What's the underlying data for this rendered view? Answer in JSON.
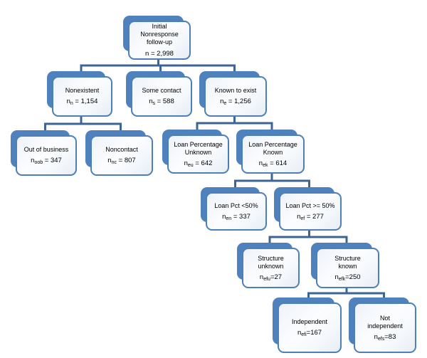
{
  "diagram": {
    "description": "Initial Nonresponse follow-up disposition tree",
    "colors": {
      "box_shadow_fill": "#4f81bd",
      "box_border": "#4d7fba",
      "box_face_tint": "#eef2f8",
      "connector": "#3c6494",
      "text": "#000000",
      "background": "#ffffff"
    },
    "nodes": [
      {
        "id": "root",
        "lines": [
          "Initial",
          "Nonresponse",
          "follow-up"
        ],
        "value": {
          "base": "n",
          "sub": "",
          "rest": " = 2,998"
        }
      },
      {
        "id": "nonexistent",
        "lines": [
          "Nonexistent"
        ],
        "value": {
          "base": "n",
          "sub": "n",
          "rest": " = 1,154"
        }
      },
      {
        "id": "some_contact",
        "lines": [
          "Some contact"
        ],
        "value": {
          "base": "n",
          "sub": "s",
          "rest": " = 588"
        }
      },
      {
        "id": "known_to_exist",
        "lines": [
          "Known to exist"
        ],
        "value": {
          "base": "n",
          "sub": "e",
          "rest": " = 1,256"
        }
      },
      {
        "id": "out_of_business",
        "lines": [
          "Out of business"
        ],
        "value": {
          "base": "n",
          "sub": "oob",
          "rest": " = 347"
        }
      },
      {
        "id": "noncontact",
        "lines": [
          "Noncontact"
        ],
        "value": {
          "base": "n",
          "sub": "nc",
          "rest": " = 807"
        }
      },
      {
        "id": "loan_pct_unknown",
        "lines": [
          "Loan Percentage",
          "Unknown"
        ],
        "value": {
          "base": "n",
          "sub": "eu",
          "rest": " = 642"
        }
      },
      {
        "id": "loan_pct_known",
        "lines": [
          "Loan Percentage",
          "Known"
        ],
        "value": {
          "base": "n",
          "sub": "ek",
          "rest": " = 614"
        }
      },
      {
        "id": "loan_lt50",
        "lines": [
          "Loan Pct <50%"
        ],
        "value": {
          "base": "n",
          "sub": "en",
          "rest": " = 337"
        }
      },
      {
        "id": "loan_ge50",
        "lines": [
          "Loan Pct >= 50%"
        ],
        "value": {
          "base": "n",
          "sub": "ef",
          "rest": " = 277"
        }
      },
      {
        "id": "structure_unknown",
        "lines": [
          "Structure",
          "unknown"
        ],
        "value": {
          "base": "n",
          "sub": "efu",
          "rest": "=27"
        }
      },
      {
        "id": "structure_known",
        "lines": [
          "Structure",
          "known"
        ],
        "value": {
          "base": "n",
          "sub": "efk",
          "rest": "=250"
        }
      },
      {
        "id": "independent",
        "lines": [
          "Independent"
        ],
        "value": {
          "base": "n",
          "sub": "efi",
          "rest": "=167"
        }
      },
      {
        "id": "not_independent",
        "lines": [
          "Not",
          "independent"
        ],
        "value": {
          "base": "n",
          "sub": "efs",
          "rest": "=83"
        }
      }
    ],
    "edges": [
      {
        "parent": "root",
        "children": [
          "nonexistent",
          "some_contact",
          "known_to_exist"
        ]
      },
      {
        "parent": "nonexistent",
        "children": [
          "out_of_business",
          "noncontact"
        ]
      },
      {
        "parent": "known_to_exist",
        "children": [
          "loan_pct_unknown",
          "loan_pct_known"
        ]
      },
      {
        "parent": "loan_pct_known",
        "children": [
          "loan_lt50",
          "loan_ge50"
        ]
      },
      {
        "parent": "loan_ge50",
        "children": [
          "structure_unknown",
          "structure_known"
        ]
      },
      {
        "parent": "structure_known",
        "children": [
          "independent",
          "not_independent"
        ]
      }
    ]
  }
}
